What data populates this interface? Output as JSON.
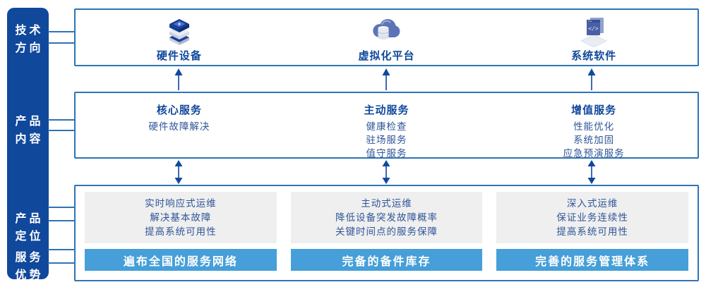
{
  "colors": {
    "sidebar_bg": "#10489C",
    "border_blue": "#2E74B5",
    "title_navy": "#10489C",
    "body_navy": "#2F5597",
    "panel_gray": "#EFEFEF",
    "bar_blue": "#469FD8",
    "arrow_navy": "#10489C"
  },
  "sidebar": {
    "items": [
      {
        "lines": [
          "技术",
          "方向"
        ]
      },
      {
        "lines": [
          "产品",
          "内容"
        ]
      },
      {
        "lines": [
          "产品",
          "定位"
        ]
      },
      {
        "lines": [
          "服务",
          "优势"
        ]
      }
    ]
  },
  "tech_row": {
    "items": [
      {
        "icon": "hardware-stack-icon",
        "label": "硬件设备"
      },
      {
        "icon": "cloud-database-icon",
        "label": "虚拟化平台"
      },
      {
        "icon": "software-window-icon",
        "label": "系统软件"
      }
    ]
  },
  "content_row": {
    "items": [
      {
        "title": "核心服务",
        "lines": [
          "硬件故障解决"
        ]
      },
      {
        "title": "主动服务",
        "lines": [
          "健康检查",
          "驻场服务",
          "值守服务"
        ]
      },
      {
        "title": "增值服务",
        "lines": [
          "性能优化",
          "系统加固",
          "应急预演服务"
        ]
      }
    ]
  },
  "position_row": {
    "items": [
      {
        "lines": [
          "实时响应式运维",
          "解决基本故障",
          "提高系统可用性"
        ],
        "bar": "遍布全国的服务网络"
      },
      {
        "lines": [
          "主动式运维",
          "降低设备突发故障概率",
          "关键时间点的服务保障"
        ],
        "bar": "完备的备件库存"
      },
      {
        "lines": [
          "深入式运维",
          "保证业务连续性",
          "提高系统可用性"
        ],
        "bar": "完善的服务管理体系"
      }
    ]
  }
}
